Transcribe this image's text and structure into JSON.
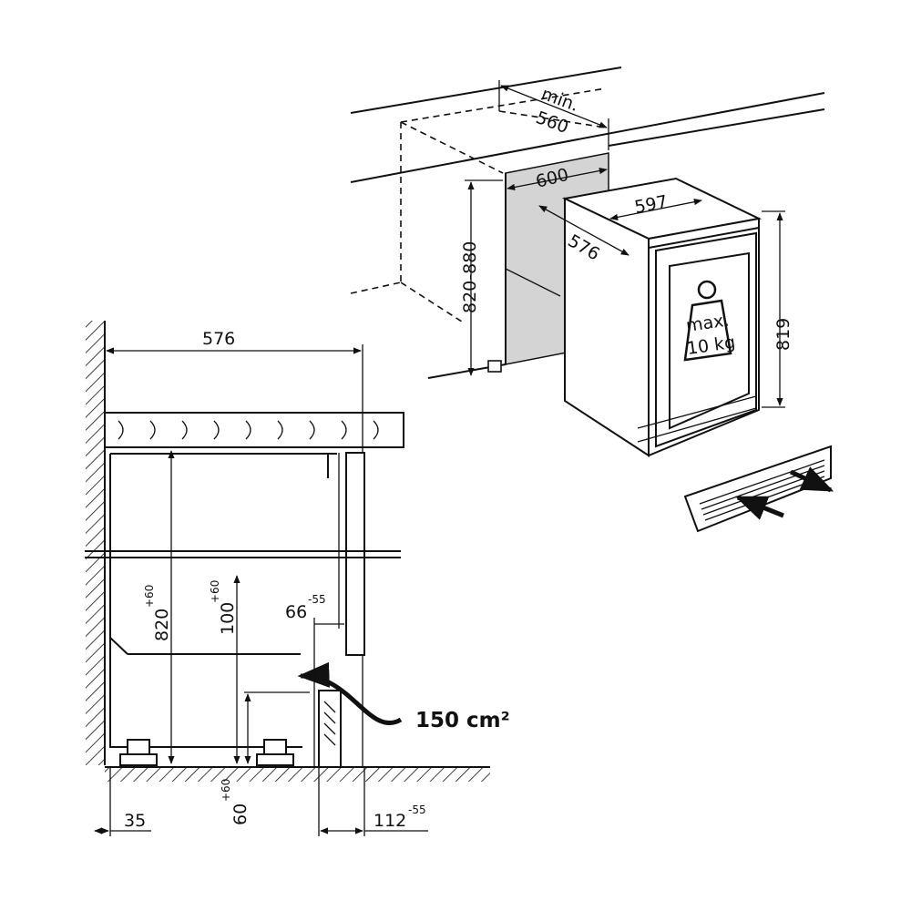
{
  "colors": {
    "line": "#111111",
    "niche_fill": "#d4d4d4",
    "background": "#ffffff"
  },
  "iso_view": {
    "dim_min_label": "min.",
    "dim_min_value": "560",
    "dim_niche_width": "600",
    "dim_niche_height": "820-880",
    "dim_appliance_width": "597",
    "dim_appliance_depth": "576",
    "dim_appliance_height": "819",
    "weight_label_line1": "max.",
    "weight_label_line2": "10 kg",
    "weight_icon": "weight-icon",
    "vent_arrows_icon": "airflow-arrows-icon"
  },
  "section_view": {
    "dim_depth": "576",
    "dim_height_value": "820",
    "dim_height_tol": "+60",
    "dim_plinth_value": "100",
    "dim_plinth_tol": "+60",
    "dim_gap_value": "66",
    "dim_gap_tol": "-55",
    "dim_foot_value": "60",
    "dim_foot_tol": "+60",
    "dim_rear_value": "35",
    "dim_front_value": "112",
    "dim_front_tol": "-55",
    "vent_area": "150 cm²"
  }
}
